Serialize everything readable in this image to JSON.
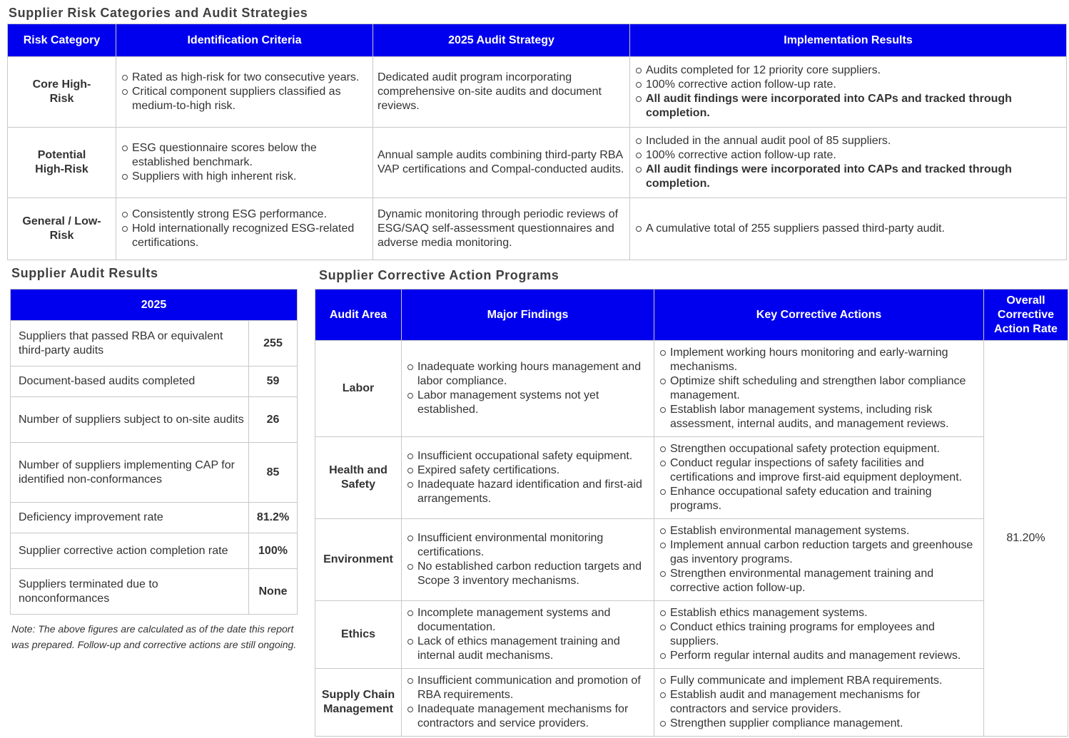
{
  "risk": {
    "title": "Supplier Risk Categories and Audit Strategies",
    "headers": [
      "Risk Category",
      "Identification Criteria",
      "2025 Audit Strategy",
      "Implementation Results"
    ],
    "rows": [
      {
        "category": "Core High-Risk",
        "criteria": [
          "Rated as high-risk for two consecutive years.",
          "Critical component suppliers classified as medium-to-high risk."
        ],
        "strategy": "Dedicated audit program incorporating comprehensive on-site audits and document reviews.",
        "results": [
          "Audits completed for 12 priority core suppliers.",
          "100% corrective action follow-up rate.",
          "All audit findings were incorporated into CAPs and tracked through completion."
        ]
      },
      {
        "category": "Potential High-Risk",
        "criteria": [
          "ESG questionnaire scores below the established benchmark.",
          "Suppliers with high inherent risk."
        ],
        "strategy": "Annual sample audits combining third-party RBA VAP certifications and Compal-conducted audits.",
        "results": [
          "Included in the annual audit pool of 85 suppliers.",
          "100% corrective action follow-up rate.",
          "All audit findings were incorporated into CAPs and tracked through completion."
        ]
      },
      {
        "category": "General / Low-Risk",
        "criteria": [
          "Consistently strong ESG performance.",
          "Hold internationally recognized ESG-related certifications."
        ],
        "strategy": "Dynamic monitoring through periodic reviews of ESG/SAQ self-assessment questionnaires and adverse media monitoring.",
        "results": [
          "A cumulative total of 255 suppliers passed third-party audit."
        ]
      }
    ]
  },
  "audit": {
    "title": "Supplier Audit Results",
    "header": "2025",
    "rows": [
      {
        "label": "Suppliers that passed RBA or equivalent third-party audits",
        "value": "255"
      },
      {
        "label": "Document-based audits completed",
        "value": "59"
      },
      {
        "label": "Number of suppliers subject to on-site audits",
        "value": "26"
      },
      {
        "label": "Number of suppliers implementing CAP for identified non-conformances",
        "value": "85"
      },
      {
        "label": "Deficiency improvement rate",
        "value": "81.2%"
      },
      {
        "label": "Supplier corrective action completion rate",
        "value": "100%"
      },
      {
        "label": "Suppliers terminated due to nonconformances",
        "value": "None"
      }
    ],
    "note": "Note: The above figures are calculated as of the date this report was prepared. Follow-up and corrective actions are still ongoing."
  },
  "cap": {
    "title": "Supplier Corrective Action Programs",
    "headers": [
      "Audit Area",
      "Major Findings",
      "Key Corrective Actions",
      "Overall Corrective Action Rate"
    ],
    "overall_rate": "81.20%",
    "rows": [
      {
        "area": "Labor",
        "findings": [
          "Inadequate working hours management and labor compliance.",
          "Labor management systems not yet established."
        ],
        "actions": [
          "Implement working hours monitoring and early-warning mechanisms.",
          "Optimize shift scheduling and strengthen labor compliance management.",
          "Establish labor management systems, including risk assessment, internal audits, and management reviews."
        ]
      },
      {
        "area": "Health and Safety",
        "findings": [
          "Insufficient occupational safety equipment.",
          "Expired safety certifications.",
          "Inadequate hazard identification and first-aid arrangements."
        ],
        "actions": [
          "Strengthen occupational safety protection equipment.",
          "Conduct regular inspections of safety facilities and certifications and improve first-aid equipment deployment.",
          "Enhance occupational safety education and training programs."
        ]
      },
      {
        "area": "Environment",
        "findings": [
          "Insufficient environmental monitoring certifications.",
          "No established carbon reduction targets and Scope 3 inventory mechanisms."
        ],
        "actions": [
          "Establish environmental management systems.",
          "Implement annual carbon reduction targets and greenhouse gas inventory programs.",
          "Strengthen environmental management training and corrective action follow-up."
        ]
      },
      {
        "area": "Ethics",
        "findings": [
          "Incomplete management systems and documentation.",
          "Lack of ethics management training and internal audit mechanisms."
        ],
        "actions": [
          "Establish ethics management systems.",
          "Conduct ethics training programs for employees and suppliers.",
          "Perform regular internal audits and management reviews."
        ]
      },
      {
        "area": "Supply Chain Management",
        "findings": [
          "Insufficient communication and promotion of RBA requirements.",
          "Inadequate management mechanisms for contractors and service providers."
        ],
        "actions": [
          "Fully communicate and implement RBA requirements.",
          "Establish audit and management mechanisms for contractors and service providers.",
          "Strengthen supplier compliance management."
        ]
      }
    ]
  }
}
